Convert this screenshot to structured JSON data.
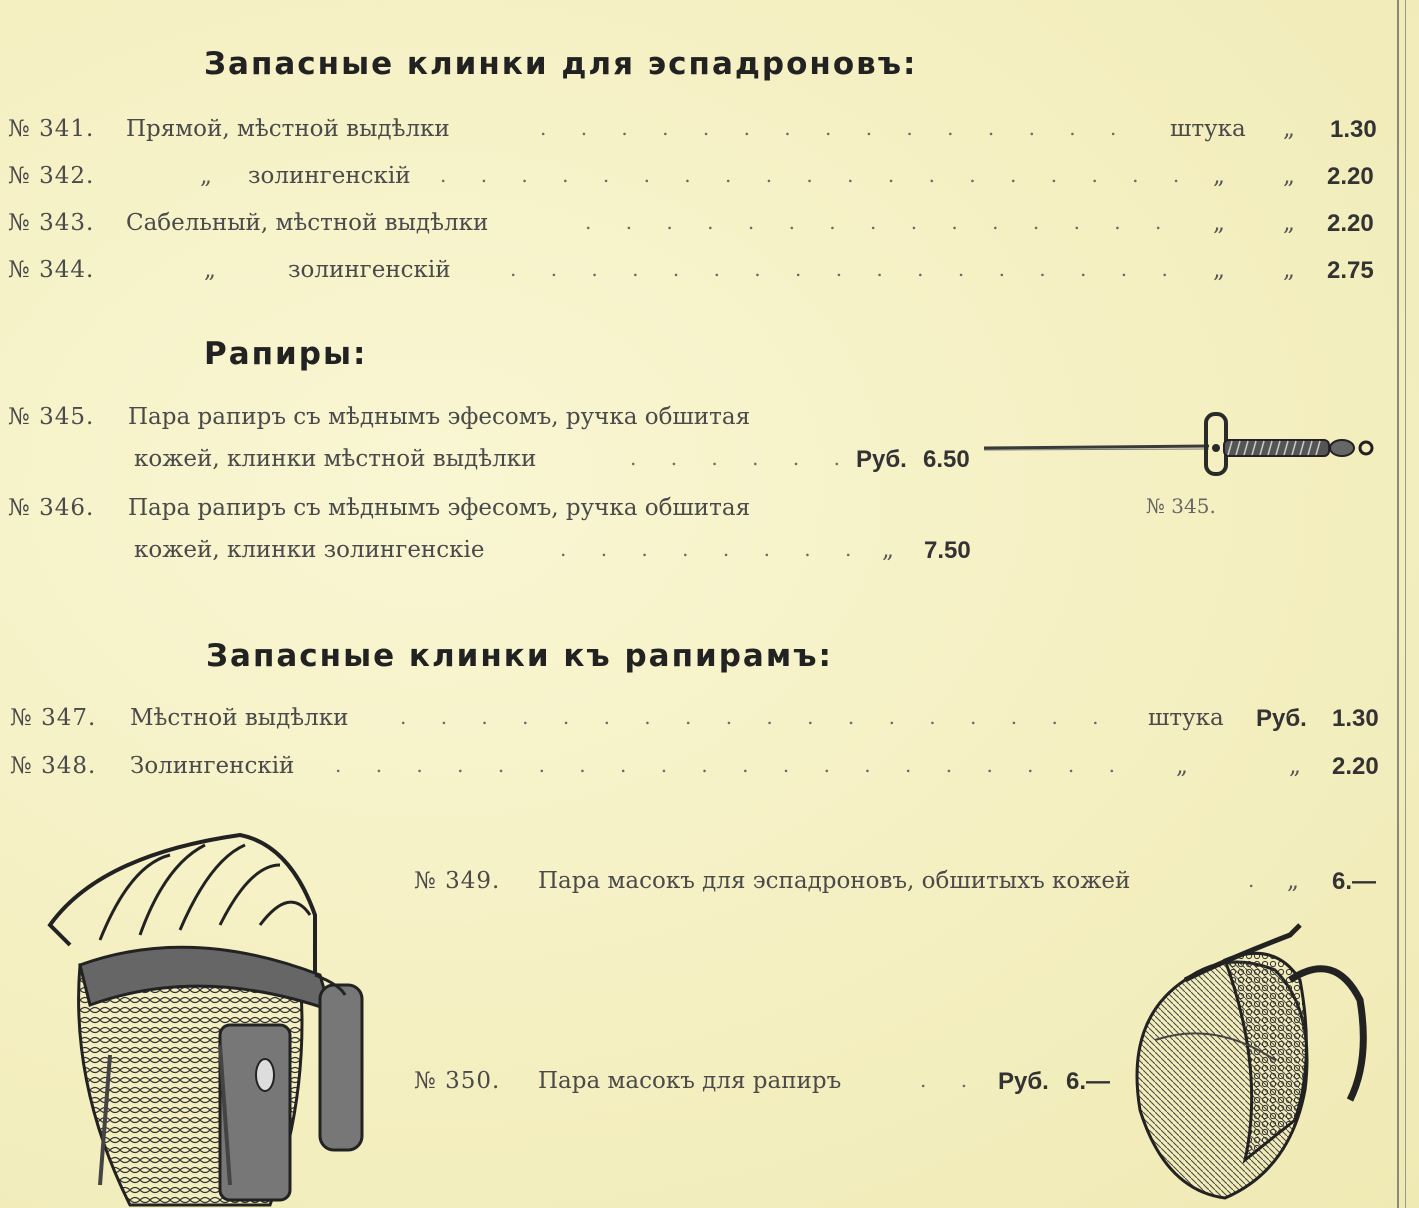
{
  "sections": {
    "spare_espadron_blades": {
      "title": "Запасные клинки для эспадроновъ:",
      "items": [
        {
          "num": "№ 341.",
          "desc": "Прямой, мѣстной выдѣлки",
          "unit": "штука",
          "cur": "„",
          "price": "1.30"
        },
        {
          "num": "№ 342.",
          "ditto": "„",
          "desc": "золингенскій",
          "unit": "„",
          "cur": "„",
          "price": "2.20"
        },
        {
          "num": "№ 343.",
          "desc": "Сабельный, мѣстной выдѣлки",
          "unit": "„",
          "cur": "„",
          "price": "2.20"
        },
        {
          "num": "№ 344.",
          "ditto": "„",
          "desc": "золингенскій",
          "unit": "„",
          "cur": "„",
          "price": "2.75"
        }
      ]
    },
    "rapiers": {
      "title": "Рапиры:",
      "items": [
        {
          "num": "№ 345.",
          "line1": "Пара рапиръ съ мѣднымъ эфесомъ, ручка обшитая",
          "line2": "кожей, клинки мѣстной выдѣлки",
          "cur": "Руб.",
          "price": "6.50"
        },
        {
          "num": "№ 346.",
          "line1": "Пара рапиръ съ мѣднымъ эфесомъ, ручка обшитая",
          "line2": "кожей, клинки золингенскіе",
          "cur": "„",
          "price": "7.50"
        }
      ],
      "image_caption": "№ 345."
    },
    "spare_rapier_blades": {
      "title": "Запасные клинки къ рапирамъ:",
      "items": [
        {
          "num": "№ 347.",
          "desc": "Мѣстной выдѣлки",
          "unit": "штука",
          "cur": "Руб.",
          "price": "1.30"
        },
        {
          "num": "№ 348.",
          "desc": "Золингенскій",
          "unit": "„",
          "cur": "„",
          "price": "2.20"
        }
      ]
    },
    "masks": {
      "items": [
        {
          "num": "№ 349.",
          "desc": "Пара масокъ для эспадроновъ, обшитыхъ кожей",
          "cur": "„",
          "price": "6.—"
        },
        {
          "num": "№ 350.",
          "desc": "Пара масокъ для рапиръ",
          "cur": "Руб.",
          "price": "6.—"
        }
      ]
    }
  },
  "icons": [
    "rapier-illustration",
    "espadron-mask-illustration",
    "rapier-mask-illustration"
  ]
}
